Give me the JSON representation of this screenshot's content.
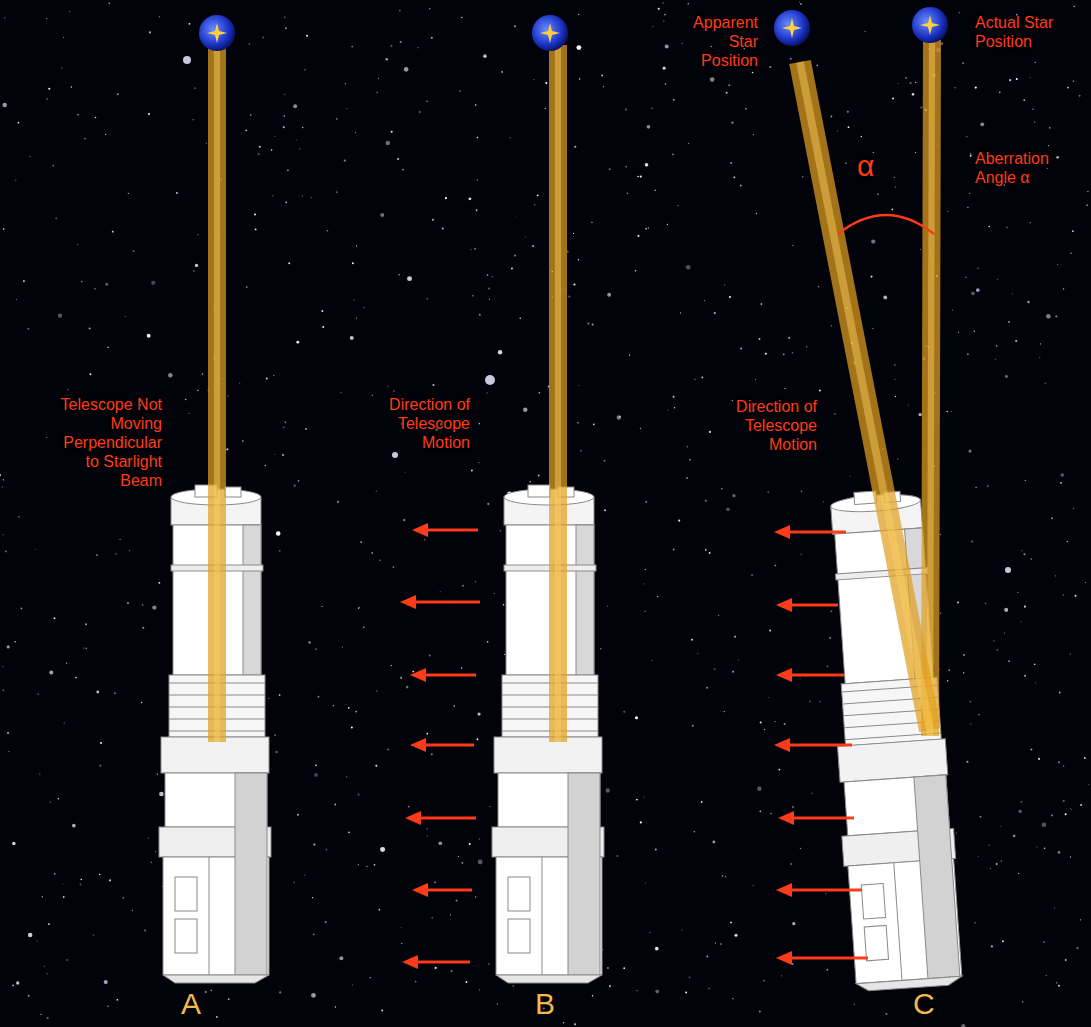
{
  "diagram": {
    "labels": [
      "Telescope Not Moving Perpendicular to Starlight Beam",
      "Direction of Telescope Motion",
      "Direction of Telescope Motion",
      "Apparent Star Position",
      "Actual Star Position",
      "α",
      "Aberration Angle α",
      "A",
      "B",
      "C"
    ]
  }
}
